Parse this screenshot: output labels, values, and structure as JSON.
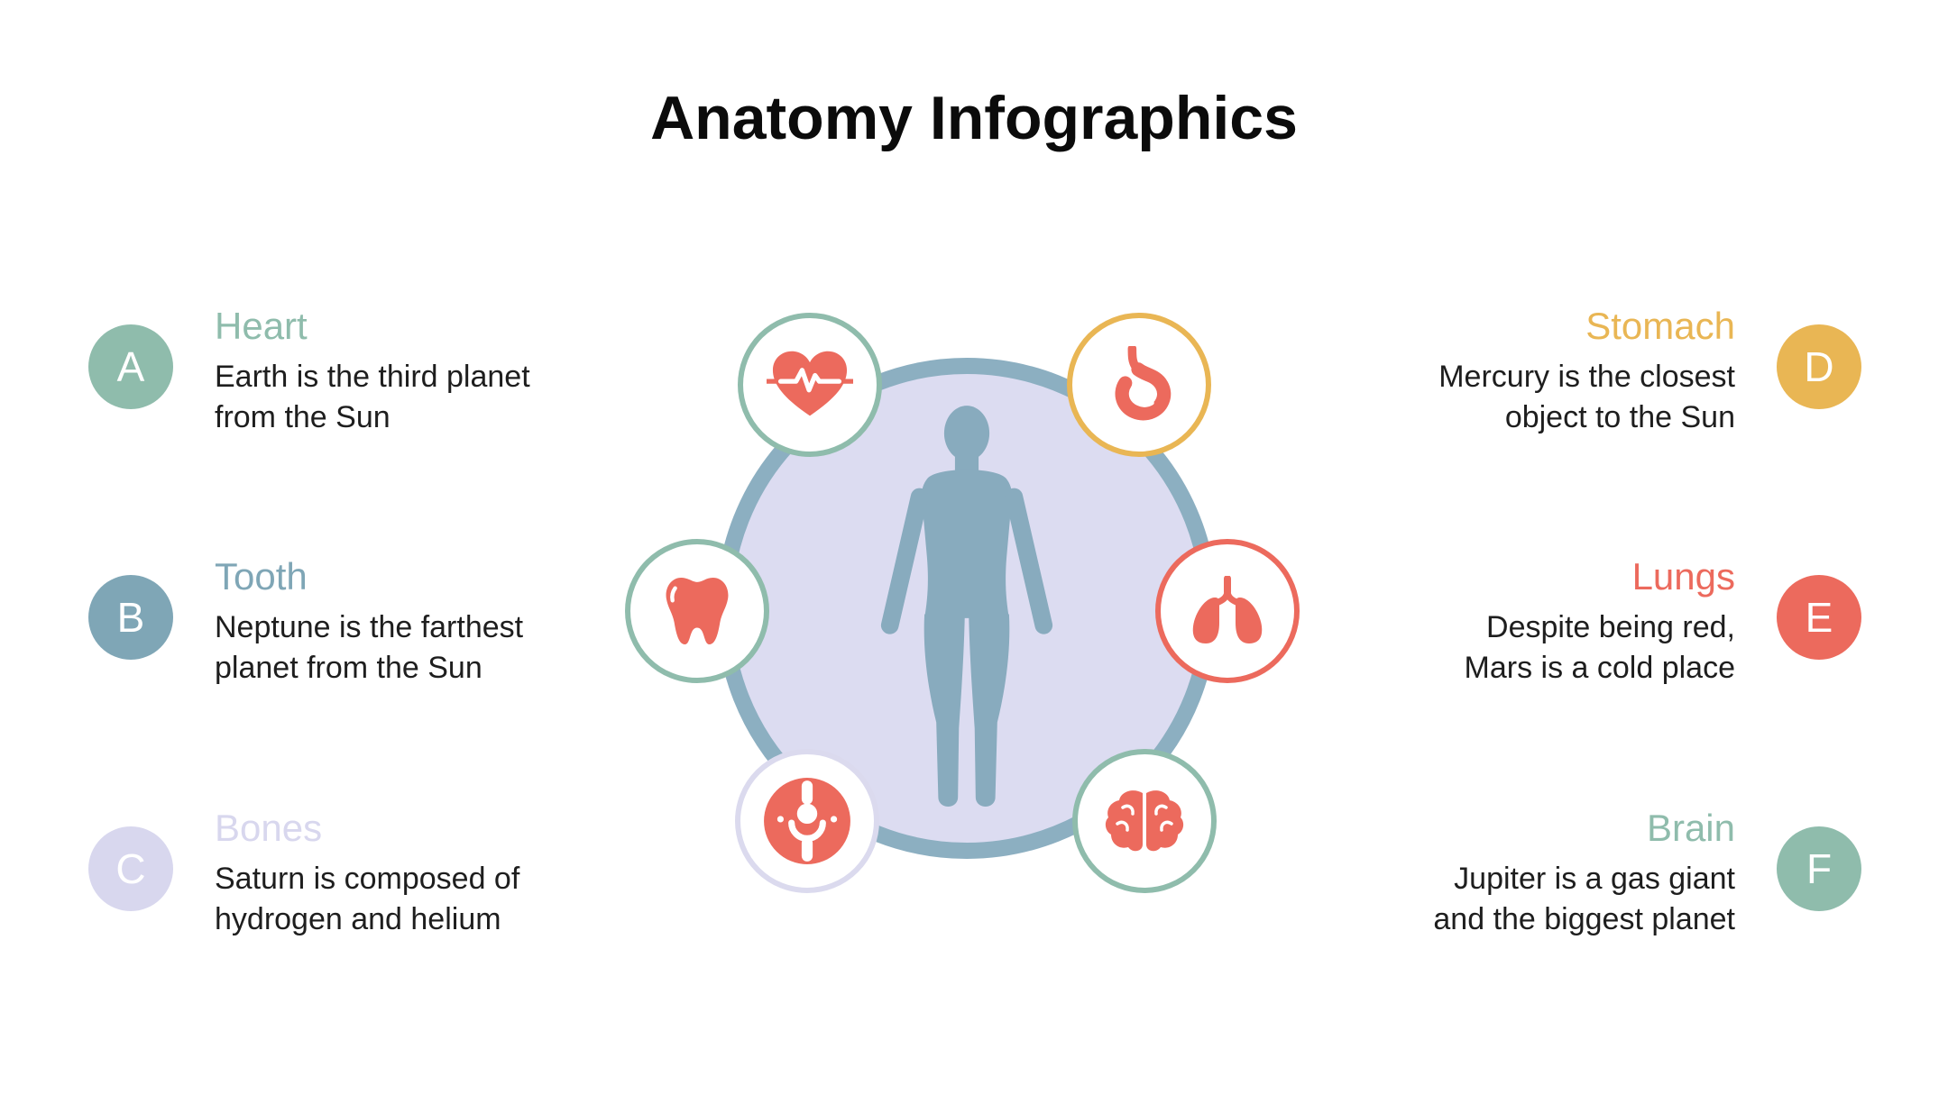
{
  "title": "Anatomy Infographics",
  "colors": {
    "teal": "#8FBCAC",
    "blue_gray": "#7FA6B6",
    "lavender": "#D8D7EE",
    "yellow": "#E9B654",
    "coral": "#EC6A5D",
    "center_circle_fill": "#DCDCF1",
    "center_circle_ring": "#8CAFC1",
    "body_silhouette": "#88ABBE",
    "text": "#1e1e1e"
  },
  "items": [
    {
      "letter": "A",
      "title": "Heart",
      "description": "Earth is the third planet\nfrom the Sun",
      "color": "#8FBCAC",
      "side": "left"
    },
    {
      "letter": "B",
      "title": "Tooth",
      "description": "Neptune is the farthest\nplanet from the Sun",
      "color": "#7FA6B6",
      "side": "left"
    },
    {
      "letter": "C",
      "title": "Bones",
      "description": "Saturn is composed of\nhydrogen and helium",
      "color": "#D8D7EE",
      "side": "left"
    },
    {
      "letter": "D",
      "title": "Stomach",
      "description": "Mercury is the closest\nobject to the Sun",
      "color": "#E9B654",
      "side": "right"
    },
    {
      "letter": "E",
      "title": "Lungs",
      "description": "Despite being red,\nMars is a cold place",
      "color": "#EC6A5D",
      "side": "right"
    },
    {
      "letter": "F",
      "title": "Brain",
      "description": "Jupiter is a gas giant\nand the biggest planet",
      "color": "#8FBCAC",
      "side": "right"
    }
  ],
  "anatomy_icons": [
    {
      "name": "heart-icon",
      "ring_color": "#8FBCAC"
    },
    {
      "name": "stomach-icon",
      "ring_color": "#E9B654"
    },
    {
      "name": "tooth-icon",
      "ring_color": "#8FBCAC"
    },
    {
      "name": "lungs-icon",
      "ring_color": "#EC6A5D"
    },
    {
      "name": "joint-icon",
      "ring_color": "#D8D7EE"
    },
    {
      "name": "brain-icon",
      "ring_color": "#8FBCAC"
    }
  ]
}
